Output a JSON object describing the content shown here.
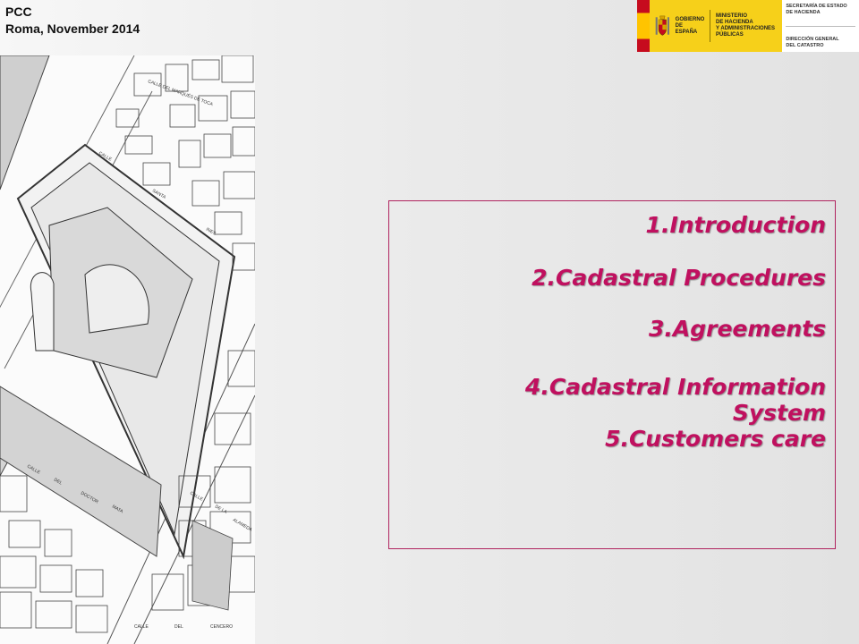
{
  "header": {
    "line1": "PCC",
    "line2": "Roma, November 2014"
  },
  "banner": {
    "gov_label": "GOBIERNO\nDE ESPAÑA",
    "ministry_label": "MINISTERIO\nDE HACIENDA\nY ADMINISTRACIONES PÚBLICAS",
    "secretaria_label": "SECRETARÍA DE ESTADO\nDE HACIENDA",
    "direccion_label": "DIRECCIÓN GENERAL\nDEL CATASTRO",
    "colors": {
      "red": "#c60b1e",
      "yellow": "#f6d01a"
    }
  },
  "agenda": {
    "items": [
      "1.Introduction",
      "2.Cadastral Procedures",
      "3.Agreements",
      "4.Cadastral Information System",
      "5.Customers care"
    ],
    "color": "#c0105f",
    "border_color": "#b0245f"
  },
  "map": {
    "street_labels": [
      "CALLE DEL MARQUÉS DE TOCA",
      "CALLE",
      "SANTA",
      "INES",
      "CALLE",
      "DEL",
      "DOCTOR",
      "MATA",
      "CALLE",
      "DE",
      "LA",
      "ALAMEDA",
      "CALLE",
      "DEL",
      "CENCERO"
    ],
    "icon": "cadastral-map-image"
  }
}
